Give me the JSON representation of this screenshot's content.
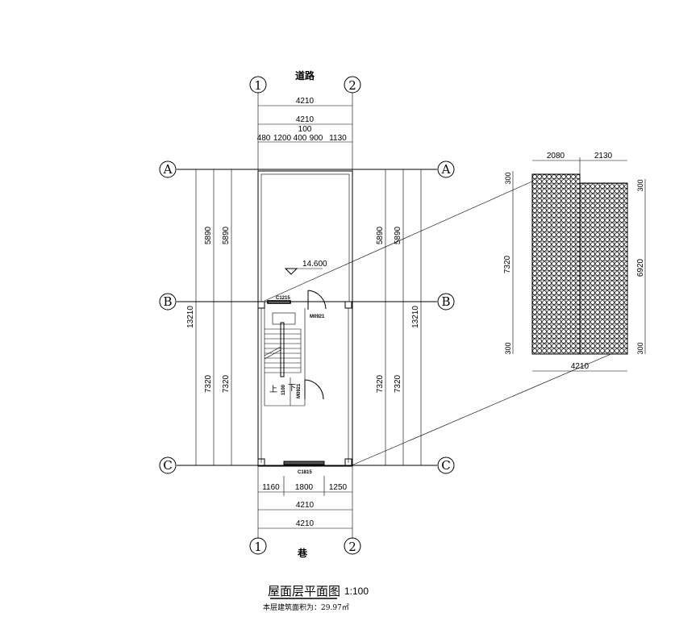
{
  "top_label": "道路",
  "bottom_label": "巷",
  "axes": {
    "col1": "1",
    "col2": "2",
    "rowA": "A",
    "rowB": "B",
    "rowC": "C"
  },
  "top_dims": {
    "overall1": "4210",
    "overall2": "4210",
    "small": "100",
    "segments": [
      "480",
      "1200",
      "400",
      "900",
      "1130"
    ]
  },
  "bottom_dims": {
    "segments": [
      "1160",
      "1800",
      "1250"
    ],
    "overall1": "4210",
    "overall2": "4210"
  },
  "left_dims": {
    "ab1": "5890",
    "ab2": "5890",
    "total": "13210",
    "bc1": "7320",
    "bc2": "7320"
  },
  "right_dims": {
    "ab1": "5890",
    "ab2": "5890",
    "total": "13210",
    "bc1": "7320",
    "bc2": "7320"
  },
  "elevation": "14.600",
  "labels": {
    "window_top": "C1215",
    "door_top": "M0921",
    "door_stair": "M0921",
    "window_bottom": "C1815",
    "stair_up": "上",
    "stair_down": "下",
    "stair_width": "1100"
  },
  "roof_detail": {
    "top_left": "2080",
    "top_right": "2130",
    "left_height": "7320",
    "right_height": "6920",
    "offset_tl": "300",
    "offset_bl": "300",
    "offset_tr": "300",
    "offset_br": "300",
    "bottom": "4210"
  },
  "title": {
    "name": "屋面层平面图",
    "scale": "1:100",
    "area_text": "本层建筑面积为：29.97㎡"
  }
}
